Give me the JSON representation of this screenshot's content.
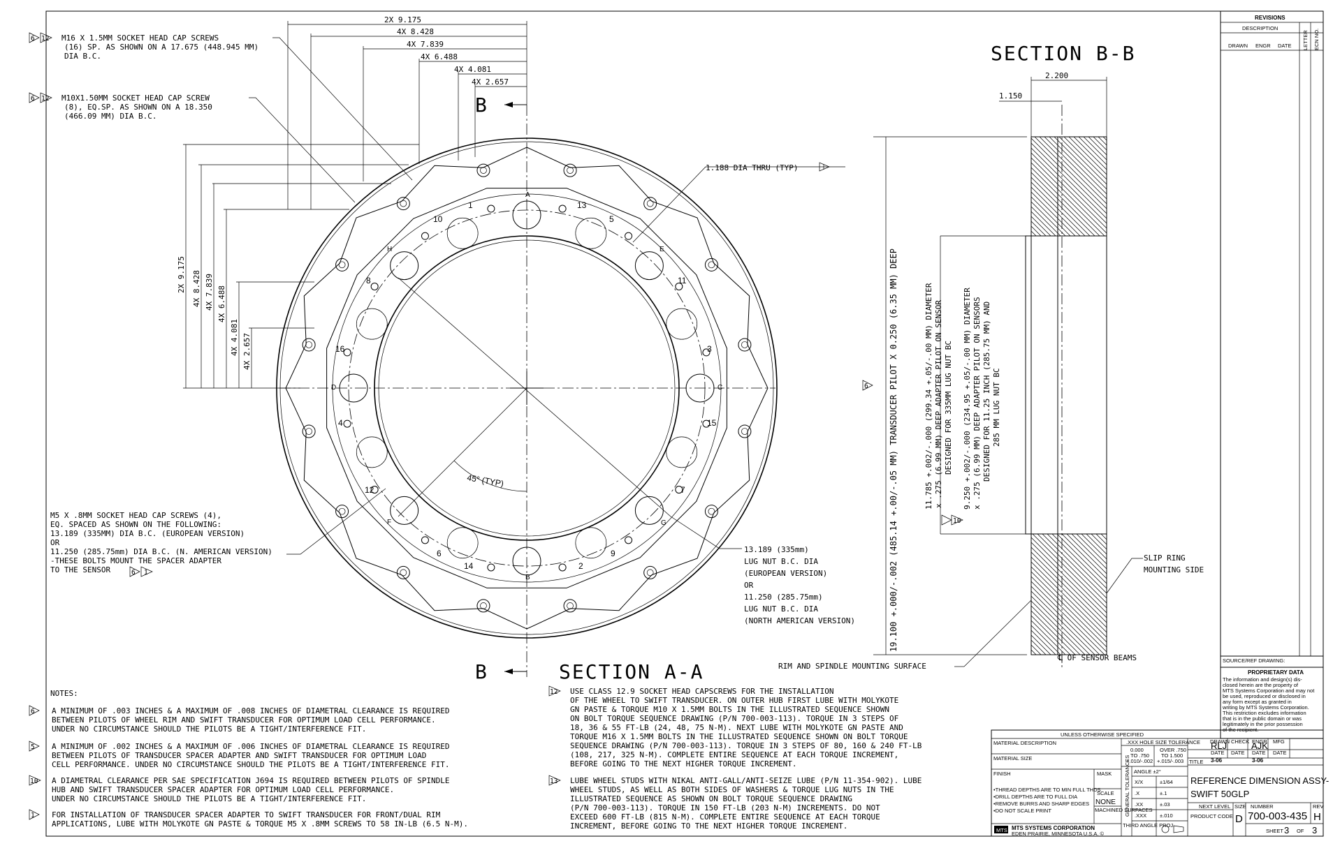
{
  "section_bb": {
    "title": "SECTION B-B",
    "dim_width": "2.200",
    "dim_step": "1.150",
    "vert_main": "19.100 +.000/-.002 (485.14 +.00/-.05 MM) TRANSDUCER PILOT X 0.250 (6.35 MM) DEEP",
    "vert_a1": "11.785 +.002/-.000 (299.34 +.05/-.00 MM) DIAMETER",
    "vert_a2": "x .275 (6.99 MM) DEEP ADAPTER PILOT ON SENSOR",
    "vert_a3": "DESIGNED FOR 335MM LUG NUT BC",
    "vert_b1": "9.250 +.002/-.000 (234.95 +.05/-.00 MM) DIAMETER",
    "vert_b2": "x .275 (6.99 MM) DEEP ADAPTER PILOT ON SENSORS",
    "vert_b3": "DESIGNED FOR 11.25 INCH (285.75 MM) AND",
    "vert_b4": "285 MM LUG NUT BC",
    "slip1": "SLIP RING",
    "slip2": "MOUNTING SIDE",
    "rim": "RIM AND SPINDLE MOUNTING SURFACE",
    "sensor": "℄ OF SENSOR BEAMS",
    "flag6": "6",
    "flag10": "10"
  },
  "section_aa": {
    "title": "SECTION A-A",
    "cut_label": "B",
    "top_dims": [
      "2X 9.175",
      "4X 8.428",
      "4X 7.839",
      "4X 6.488",
      "4X 4.081",
      "4X 2.657"
    ],
    "side_dims": [
      "2X 9.175",
      "4X 8.428",
      "4X 7.839",
      "4X 6.488",
      "4X 4.081",
      "4X 2.657"
    ],
    "thru": "1.188 DIA THRU (TYP)",
    "thru_flag": "1",
    "angle": "45° (TYP)",
    "hole_numbers": [
      "1",
      "2",
      "3",
      "4",
      "5",
      "6",
      "7",
      "8",
      "9",
      "10",
      "11",
      "12",
      "13",
      "14",
      "15",
      "16"
    ],
    "letters": [
      "A",
      "B",
      "C",
      "D",
      "E",
      "F",
      "G",
      "H"
    ],
    "lugnut": [
      "13.189 (335mm)",
      "LUG NUT B.C. DIA",
      "(EUROPEAN VERSION)",
      "OR",
      "11.250 (285.75mm)",
      "LUG NUT B.C. DIA",
      "(NORTH AMERICAN VERSION)"
    ]
  },
  "callouts": {
    "m16": [
      "M16 X 1.5MM SOCKET HEAD CAP SCREWS",
      "(16) SP. AS SHOWN ON A 17.675 (448.945 MM)",
      "DIA B.C."
    ],
    "m10": [
      "M10X1.50MM SOCKET HEAD CAP SCREW",
      "(8), EQ.SP. AS SHOWN ON A 18.350",
      "(466.09 MM) DIA B.C."
    ],
    "m5": [
      "M5 X .8MM SOCKET HEAD CAP SCREWS (4),",
      "EQ. SPACED AS SHOWN ON THE FOLLOWING:",
      "13.189 (335MM) DIA B.C. (EUROPEAN VERSION)",
      "OR",
      "11.250 (285.75mm) DIA B.C. (N. AMERICAN VERSION)",
      "-THESE BOLTS MOUNT THE SPACER ADAPTER",
      "TO THE SENSOR"
    ],
    "flag6": "6",
    "flag12": "12",
    "flag1": "1"
  },
  "notes": {
    "heading": "NOTES:",
    "n6": [
      "A MINIMUM OF .003 INCHES & A MAXIMUM OF .008 INCHES OF DIAMETRAL CLEARANCE IS REQUIRED",
      "BETWEEN PILOTS OF WHEEL RIM AND SWIFT TRANSDUCER FOR OPTIMUM LOAD CELL PERFORMANCE.",
      "UNDER NO CIRCUMSTANCE SHOULD THE PILOTS BE A TIGHT/INTERFERENCE FIT."
    ],
    "n5": [
      "A MINIMUM OF .002 INCHES & A MAXIMUM OF .006 INCHES OF DIAMETRAL CLEARANCE IS REQUIRED",
      "BETWEEN PILOTS OF TRANSDUCER SPACER ADAPTER AND SWIFT TRANSDUCER FOR OPTIMUM LOAD",
      "CELL PERFORMANCE. UNDER NO CIRCUMSTANCE SHOULD THE PILOTS BE A TIGHT/INTERFERENCE FIT."
    ],
    "n10": [
      "A DIAMETRAL CLEARANCE PER SAE SPECIFICATION J694 IS REQUIRED BETWEEN PILOTS OF SPINDLE",
      "HUB AND SWIFT TRANSDUCER SPACER ADAPTER FOR OPTIMUM LOAD CELL PERFORMANCE.",
      "UNDER NO CIRCUMSTANCE SHOULD THE PILOTS BE A TIGHT/INTERFERENCE FIT."
    ],
    "n1": [
      "FOR INSTALLATION OF TRANSDUCER SPACER ADAPTER TO SWIFT TRANSDUCER FOR FRONT/DUAL RIM",
      "APPLICATIONS, LUBE WITH MOLYKOTE GN PASTE & TORQUE M5 X .8MM SCREWS TO 58 IN-LB (6.5 N-M)."
    ],
    "n12": [
      "USE CLASS 12.9 SOCKET HEAD CAPSCREWS FOR THE INSTALLATION",
      "OF THE WHEEL TO SWIFT TRANSDUCER. ON OUTER HUB FIRST LUBE WITH MOLYKOTE",
      "GN PASTE & TORQUE M10 X 1.5MM BOLTS IN THE ILLUSTRATED SEQUENCE SHOWN",
      "ON BOLT TORQUE SEQUENCE DRAWING (P/N 700-003-113). TORQUE IN 3 STEPS OF",
      "18, 36 & 55 FT-LB (24, 48, 75 N-M). NEXT LUBE WITH MOLYKOTE GN PASTE AND",
      "TORQUE M16 X 1.5MM BOLTS IN THE ILLUSTRATED SEQUENCE SHOWN ON BOLT TORQUE",
      "SEQUENCE DRAWING (P/N 700-003-113). TORQUE IN 3 STEPS OF 80, 160 & 240 FT-LB",
      "(108, 217, 325 N-M). COMPLETE ENTIRE SEQUENCE AT EACH TORQUE INCREMENT,",
      "BEFORE GOING TO THE NEXT HIGHER TORQUE INCREMENT."
    ],
    "n13": [
      "LUBE WHEEL STUDS WITH NIKAL ANTI-GALL/ANTI-SEIZE LUBE (P/N 11-354-902). LUBE",
      "WHEEL STUDS, AS WELL AS BOTH SIDES OF WASHERS & TORQUE LUG NUTS IN THE",
      "ILLUSTRATED SEQUENCE AS SHOWN ON BOLT TORQUE SEQUENCE DRAWING",
      "(P/N 700-003-113). TORQUE IN 150 FT-LB (203 N-M) INCREMENTS. DO NOT",
      "EXCEED 600 FT-LB (815 N-M). COMPLETE ENTIRE SEQUENCE AT EACH TORQUE",
      "INCREMENT, BEFORE GOING TO THE NEXT HIGHER TORQUE INCREMENT."
    ],
    "flags": [
      "6",
      "5",
      "10",
      "1",
      "12",
      "13"
    ]
  },
  "revisions": {
    "title": "REVISIONS",
    "description": "DESCRIPTION",
    "drawn": "DRAWN",
    "engr": "ENGR",
    "date": "DATE",
    "letter": "LETTER",
    "ecn": "ECN NO."
  },
  "proprietary": {
    "source": "SOURCE/REF DRAWING:",
    "title": "PROPRIETARY DATA",
    "lines": [
      "The information and design(s) dis-",
      "closed herein are the property of",
      "MTS Systems Corporation and may not",
      "be used, reproduced or disclosed in",
      "any form except as granted in",
      "writing by MTS Systems Corporation.",
      "This restriction excludes information",
      "that is in the public domain or was",
      "legitimately in the prior possession",
      "of the recipient."
    ]
  },
  "title_block": {
    "unless": "UNLESS OTHERWISE SPECIFIED",
    "material_desc": "MATERIAL DESCRIPTION",
    "material_size": "MATERIAL SIZE",
    "finish": "FINISH",
    "mask": "MASK",
    "scale_label": "SCALE",
    "scale_value": "NONE",
    "machined": "MACHINED SURFACES",
    "tol_head1": ".XXX HOLE SIZE TOLERANCE",
    "tol_c1": [
      "0.000",
      "TO .750",
      "+.010/-.002"
    ],
    "tol_c2": [
      "OVER .750",
      "TO 1.500",
      "+.015/-.003"
    ],
    "gen_tol": "GENERAL TOLERANCES",
    "angle": "ANGLE ±2°",
    "frac": [
      "X/X",
      "±1/64"
    ],
    "tol_x": [
      ".X",
      "±.1"
    ],
    "tol_xx": [
      ".XX",
      "±.03"
    ],
    "tol_xxx": [
      ".XXX",
      "±.010"
    ],
    "third_angle": "THIRD ANGLE PROJ.",
    "notes_left": [
      "•THREAD DEPTHS ARE TO MIN FULL THDS",
      "•DRILL DEPTHS ARE TO FULL DIA",
      "•REMOVE BURRS AND SHARP EDGES",
      "•DO NOT SCALE PRINT"
    ],
    "company": "MTS SYSTEMS CORPORATION",
    "city": "EDEN PRAIRIE, MINNESOTA U.S.A. ©",
    "logo": "MTS",
    "drawn_label": "DRAWN",
    "drawn_value": "RLJ",
    "check_label": "CHECK",
    "engr_label": "ENGR",
    "engr_value": "AJK",
    "mfg_label": "MFG",
    "date_label": "DATE",
    "date_value": "3-06",
    "title_label": "TITLE",
    "title1": "REFERENCE DIMENSION ASSY-",
    "title2": "SWIFT 50GLP",
    "next_level": "NEXT LEVEL",
    "size_label": "SIZE",
    "size_value": "D",
    "number_label": "NUMBER",
    "number_value": "700-003-435",
    "rev_label": "REV",
    "rev_value": "H",
    "product_code": "PRODUCT CODE",
    "sheet_label": "SHEET",
    "sheet_value": "3",
    "of_label": "OF",
    "of_value": "3"
  }
}
